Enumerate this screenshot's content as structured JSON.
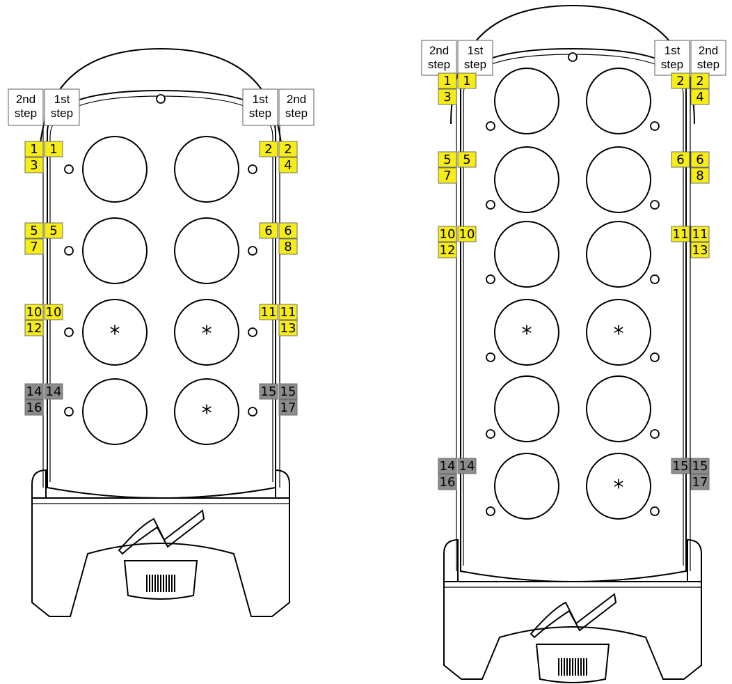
{
  "colors": {
    "active": "#f6ec16",
    "inactive": "#8c8c8c",
    "border": "#6e6e6e"
  },
  "header_labels": {
    "step1": [
      "1st",
      "step"
    ],
    "step2": [
      "2nd",
      "step"
    ]
  },
  "star_symbol": "*",
  "remotes": [
    {
      "id": "remote-8",
      "rows": 4,
      "star_buttons": [
        "r3-left",
        "r3-right",
        "r4-right"
      ],
      "left_groups": [
        {
          "row": 1,
          "first": "1",
          "second": [
            "1",
            "3"
          ],
          "state": "active"
        },
        {
          "row": 2,
          "first": "5",
          "second": [
            "5",
            "7"
          ],
          "state": "active"
        },
        {
          "row": 3,
          "first": "10",
          "second": [
            "10",
            "12"
          ],
          "state": "active"
        },
        {
          "row": 4,
          "first": "14",
          "second": [
            "14",
            "16"
          ],
          "state": "inactive"
        }
      ],
      "right_groups": [
        {
          "row": 1,
          "first": "2",
          "second": [
            "2",
            "4"
          ],
          "state": "active"
        },
        {
          "row": 2,
          "first": "6",
          "second": [
            "6",
            "8"
          ],
          "state": "active"
        },
        {
          "row": 3,
          "first": "11",
          "second": [
            "11",
            "13"
          ],
          "state": "active"
        },
        {
          "row": 4,
          "first": "15",
          "second": [
            "15",
            "17"
          ],
          "state": "inactive"
        }
      ]
    },
    {
      "id": "remote-12",
      "rows": 6,
      "star_buttons": [
        "r4-left",
        "r4-right",
        "r6-right"
      ],
      "left_groups": [
        {
          "row": 1,
          "first": "1",
          "second": [
            "1",
            "3"
          ],
          "state": "active"
        },
        {
          "row": 2,
          "first": "5",
          "second": [
            "5",
            "7"
          ],
          "state": "active"
        },
        {
          "row": 3,
          "first": "10",
          "second": [
            "10",
            "12"
          ],
          "state": "active"
        },
        {
          "row": 6,
          "first": "14",
          "second": [
            "14",
            "16"
          ],
          "state": "inactive"
        }
      ],
      "right_groups": [
        {
          "row": 1,
          "first": "2",
          "second": [
            "2",
            "4"
          ],
          "state": "active"
        },
        {
          "row": 2,
          "first": "6",
          "second": [
            "6",
            "8"
          ],
          "state": "active"
        },
        {
          "row": 3,
          "first": "11",
          "second": [
            "11",
            "13"
          ],
          "state": "active"
        },
        {
          "row": 6,
          "first": "15",
          "second": [
            "15",
            "17"
          ],
          "state": "inactive"
        }
      ]
    }
  ]
}
